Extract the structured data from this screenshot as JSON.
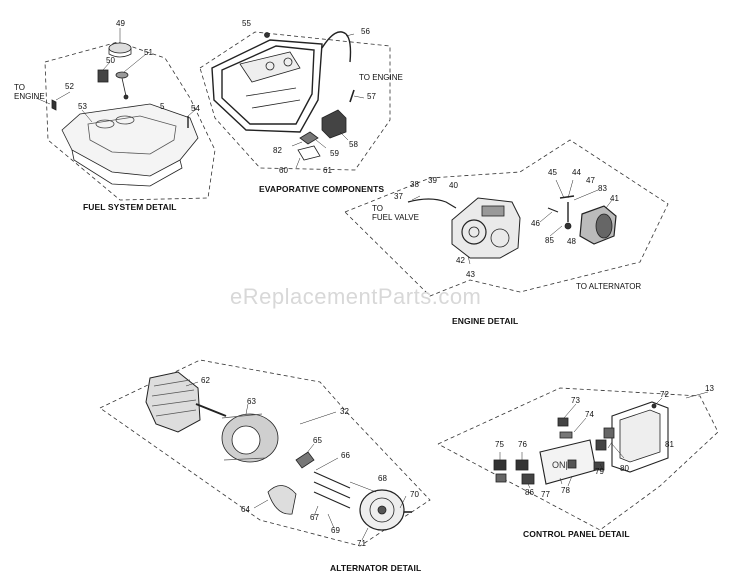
{
  "titles": {
    "fuel": "FUEL SYSTEM DETAIL",
    "evap": "EVAPORATIVE COMPONENTS",
    "engine": "ENGINE DETAIL",
    "alternator": "ALTERNATOR DETAIL",
    "control": "CONTROL PANEL DETAIL"
  },
  "notes": {
    "to_engine_left": "TO\nENGINE",
    "to_engine_evap": "TO ENGINE",
    "to_fuel_valve": "TO\nFUEL VALVE",
    "to_alternator": "TO ALTERNATOR"
  },
  "watermark": "eReplacementParts.com",
  "callouts": {
    "c5": "5",
    "c13": "13",
    "c32": "32",
    "c37": "37",
    "c38": "38",
    "c39": "39",
    "c40": "40",
    "c41": "41",
    "c42": "42",
    "c43": "43",
    "c44": "44",
    "c45": "45",
    "c46": "46",
    "c47": "47",
    "c48": "48",
    "c49": "49",
    "c50": "50",
    "c51": "51",
    "c52": "52",
    "c53": "53",
    "c54": "54",
    "c55": "55",
    "c56": "56",
    "c57": "57",
    "c58": "58",
    "c59": "59",
    "c60": "60",
    "c61": "61",
    "c62": "62",
    "c63": "63",
    "c64": "64",
    "c65": "65",
    "c66": "66",
    "c67": "67",
    "c68": "68",
    "c69": "69",
    "c70": "70",
    "c71": "71",
    "c72": "72",
    "c73": "73",
    "c74": "74",
    "c75": "75",
    "c76": "76",
    "c77": "77",
    "c78": "78",
    "c79": "79",
    "c80": "80",
    "c81": "81",
    "c82": "82",
    "c83": "83",
    "c85": "85",
    "c86": "86"
  }
}
